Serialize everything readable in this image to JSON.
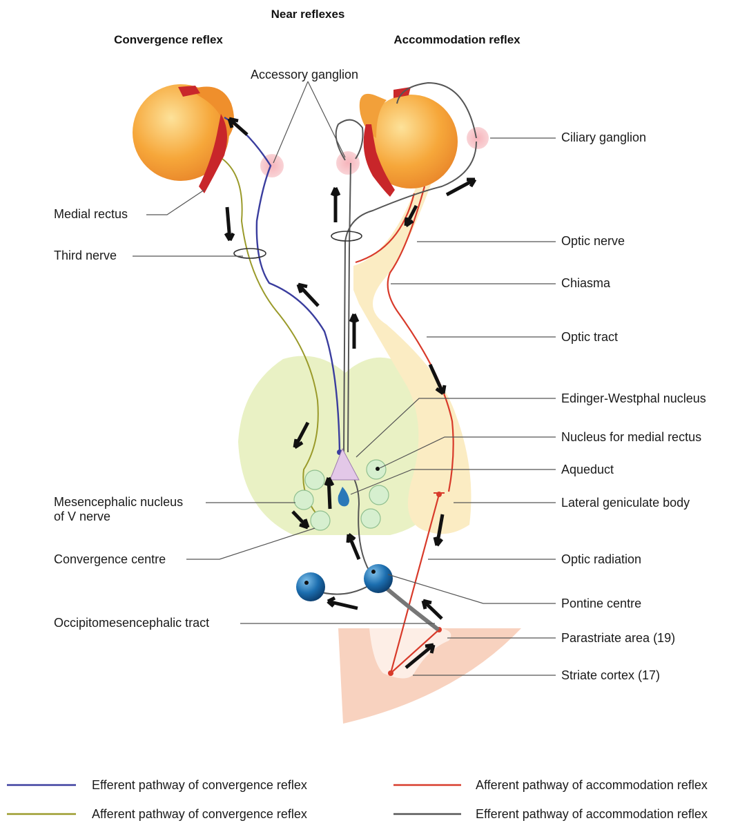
{
  "header": {
    "title": "Near reflexes",
    "left_title": "Convergence reflex",
    "right_title": "Accommodation reflex"
  },
  "labels": {
    "accessory_ganglion": "Accessory ganglion",
    "ciliary_ganglion": "Ciliary ganglion",
    "medial_rectus": "Medial rectus",
    "third_nerve": "Third nerve",
    "optic_nerve": "Optic nerve",
    "chiasma": "Chiasma",
    "optic_tract": "Optic tract",
    "edinger_westphal": "Edinger-Westphal nucleus",
    "nucleus_medial_rectus": "Nucleus for medial rectus",
    "aqueduct": "Aqueduct",
    "mesencephalic_line1": "Mesencephalic nucleus",
    "mesencephalic_line2": "of V nerve",
    "lateral_geniculate": "Lateral geniculate body",
    "convergence_centre": "Convergence centre",
    "optic_radiation": "Optic radiation",
    "pontine_centre": "Pontine centre",
    "occipitomesencephalic": "Occipitomesencephalic tract",
    "parastriate": "Parastriate area (19)",
    "striate": "Striate cortex (17)"
  },
  "legend": [
    {
      "label": "Efferent pathway of convergence reflex",
      "color": "#3a3d9e"
    },
    {
      "label": "Afferent pathway of convergence reflex",
      "color": "#9a9a2a"
    },
    {
      "label": "Afferent pathway of accommodation reflex",
      "color": "#d83a2a"
    },
    {
      "label": "Efferent pathway of accommodation reflex",
      "color": "#555555"
    }
  ],
  "colors": {
    "eyeball": "#f7a93a",
    "muscle": "#c8282a",
    "ganglion": "#f3a7ad",
    "midbrain": "#e8f0c0",
    "optic_pathway": "#fbecc0",
    "cortex": "#f7cdb7",
    "nucleus": "#d6efcf",
    "pontine": "#1a6aa8"
  }
}
